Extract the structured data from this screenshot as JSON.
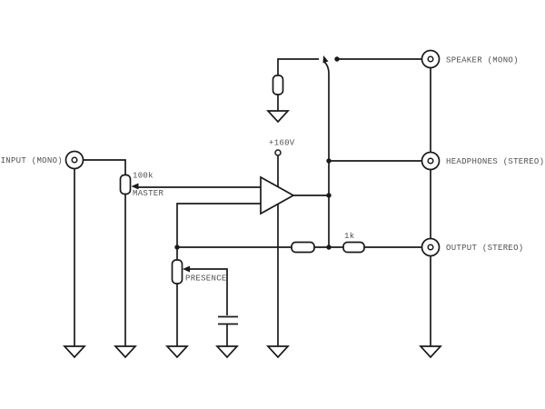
{
  "colors": {
    "background": "#ffffff",
    "wire": "#1a1a1a",
    "text": "#4f4f4f"
  },
  "labels": {
    "input": "INPUT (MONO)",
    "speaker": "SPEAKER (MONO)",
    "headphones": "HEADPHONES (STEREO)",
    "output": "OUTPUT (STEREO)",
    "supply": "+160V",
    "master_value": "100k",
    "master": "MASTER",
    "presence": "PRESENCE",
    "r_1k": "1k"
  }
}
